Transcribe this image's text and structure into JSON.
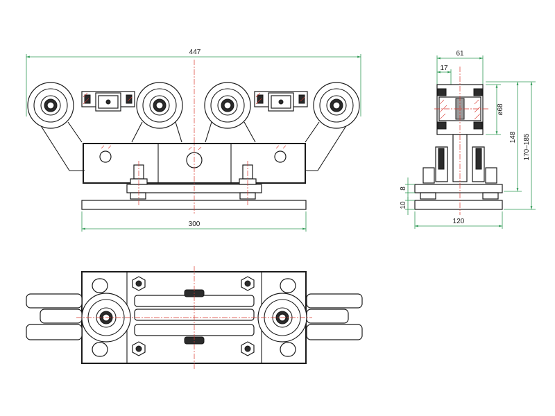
{
  "drawing": {
    "dimensions": {
      "front_overall_length": "447",
      "front_base_length": "300",
      "side_top_width": "61",
      "side_inner_width": "17",
      "side_wheel_diameter": "ø68",
      "side_height_148": "148",
      "side_height_range": "170–185",
      "side_plate_8": "8",
      "side_base_10": "10",
      "side_base_width": "120"
    },
    "colors": {
      "outline": "#1a1a1a",
      "dimension": "#2f9a55",
      "centerline": "#d9342b"
    }
  }
}
